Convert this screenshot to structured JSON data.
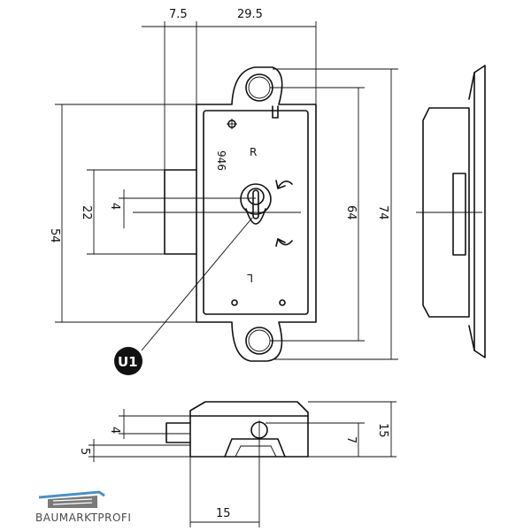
{
  "dimensions": {
    "top_left": "7.5",
    "top_right": "29.5",
    "height_outer_left": "54",
    "height_inner_left": "22",
    "height_small": "4",
    "height_right_inner": "64",
    "height_right_outer": "74",
    "bottom_4": "4",
    "bottom_5": "5",
    "bottom_7": "7",
    "bottom_15_vertical": "15",
    "bottom_15_horizontal": "15"
  },
  "plate_marks": {
    "code": "946",
    "right_letter": "R",
    "left_letter": "L"
  },
  "callout": "U1",
  "brand": "BAUMARKTPROFI",
  "colors": {
    "line": "#111111",
    "brand_text": "#4a4a4a",
    "brand_blue": "#4a90c8",
    "brand_gray": "#7a7a7a"
  }
}
